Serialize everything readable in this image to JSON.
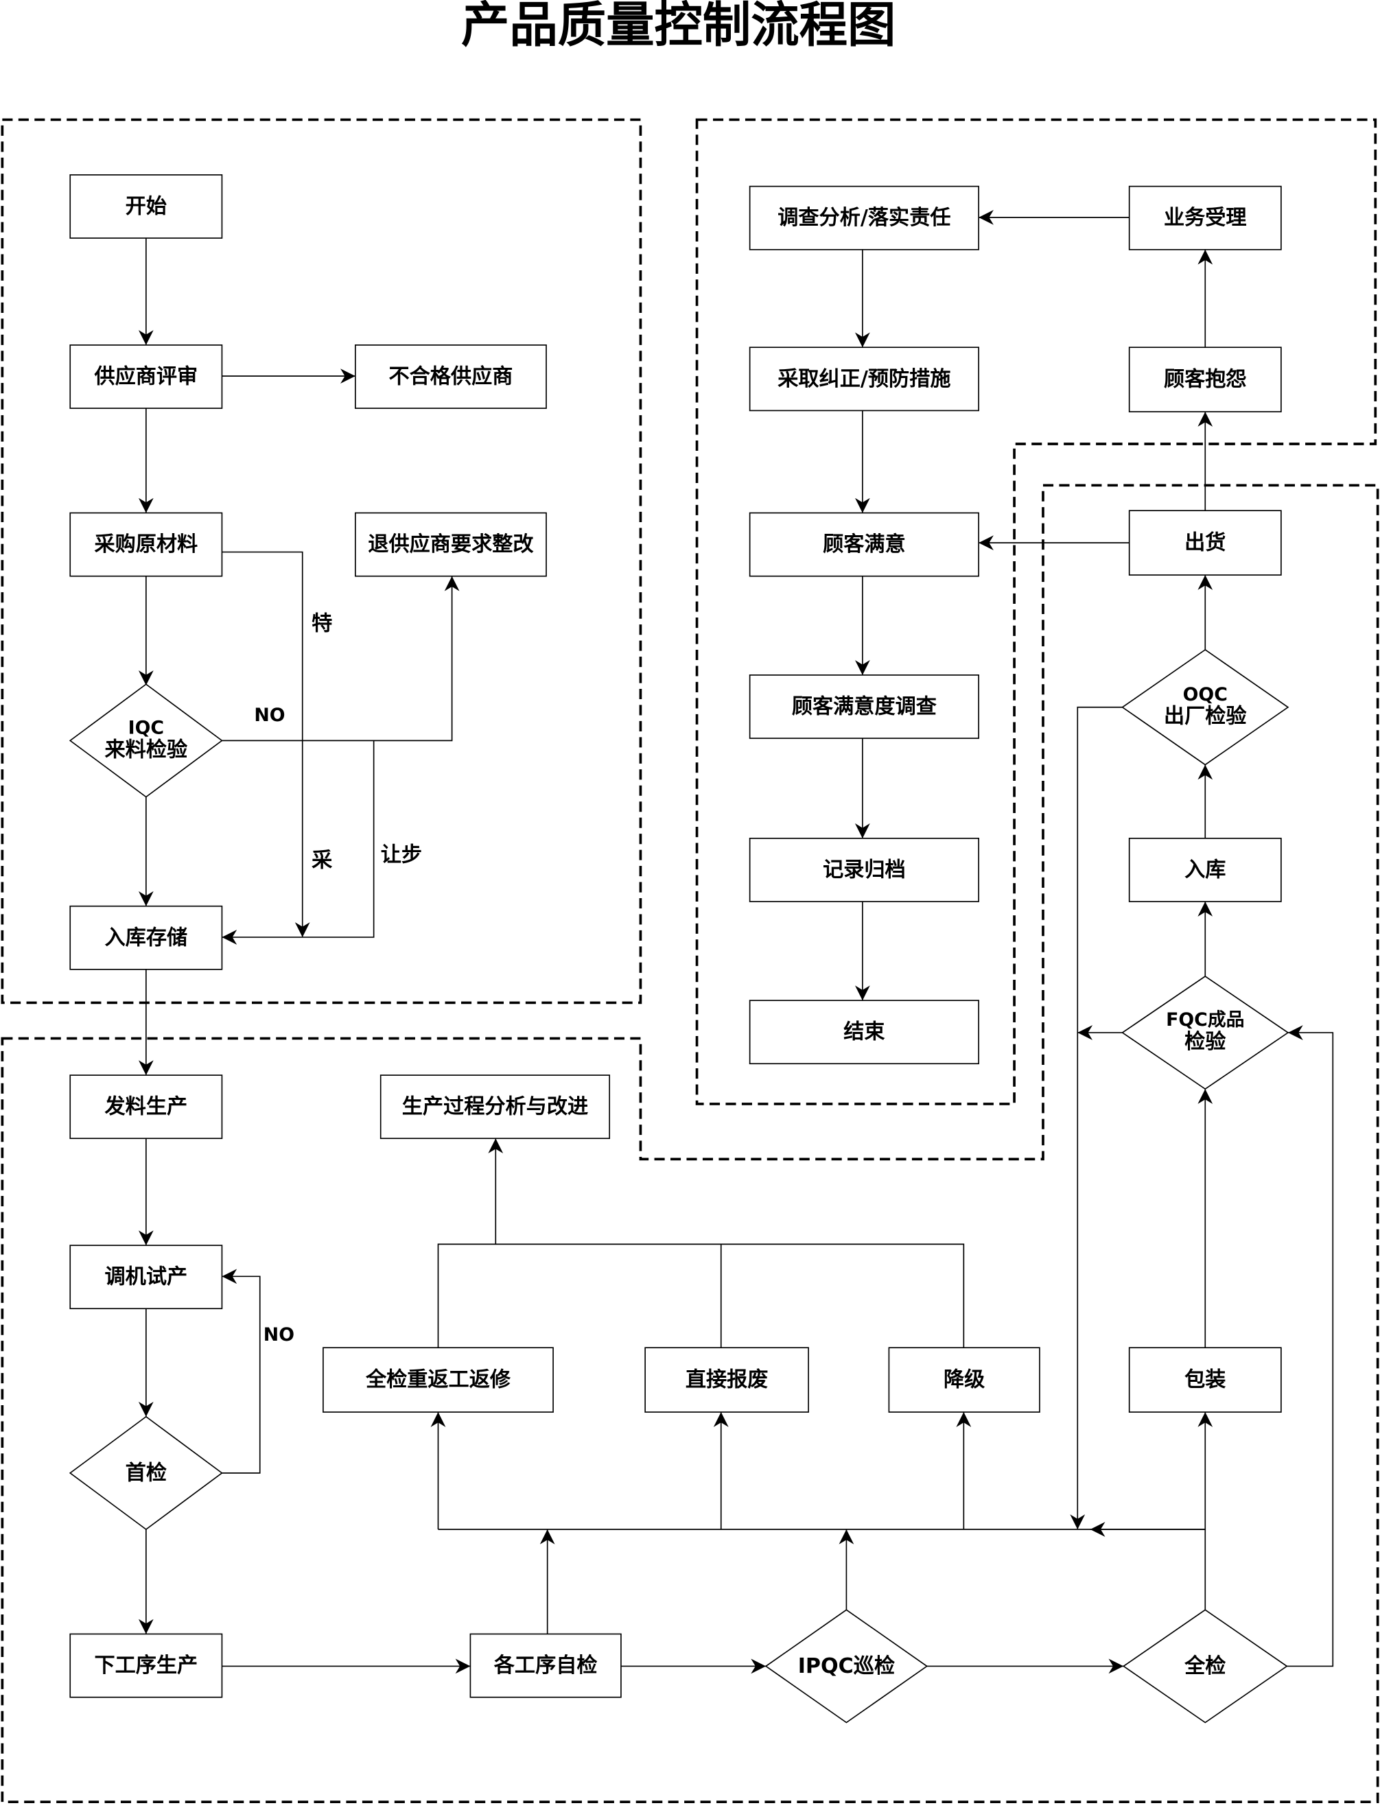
{
  "title": "产品质量控制流程图",
  "nodes": {
    "start": "开始",
    "supplier_review": "供应商评审",
    "unqualified_supplier": "不合格供应商",
    "purchase": "采购原材料",
    "return_supplier": "退供应商要求整改",
    "iqc_line1": "IQC",
    "iqc_line2": "来料检验",
    "storage": "入库存储",
    "issue_production": "发料生产",
    "trial_production": "调机试产",
    "first_inspection": "首检",
    "next_process": "下工序生产",
    "self_check": "各工序自检",
    "ipqc": "IPQC巡检",
    "full_inspection": "全检",
    "rework": "全检重返工返修",
    "scrap": "直接报废",
    "downgrade": "降级",
    "process_improve": "生产过程分析与改进",
    "packaging": "包装",
    "fqc_line1": "FQC成品",
    "fqc_line2": "检验",
    "warehouse_in": "入库",
    "oqc_line1": "OQC",
    "oqc_line2": "出厂检验",
    "shipment": "出货",
    "complaint": "顾客抱怨",
    "business": "业务受理",
    "investigate": "调查分析/落实责任",
    "corrective": "采取纠正/预防措施",
    "satisfied": "顾客满意",
    "survey": "顾客满意度调查",
    "archive": "记录归档",
    "end": "结束"
  },
  "edge_labels": {
    "special": "特",
    "no_iqc": "NO",
    "purchase": "采",
    "concession": "让步",
    "no_first": "NO"
  }
}
